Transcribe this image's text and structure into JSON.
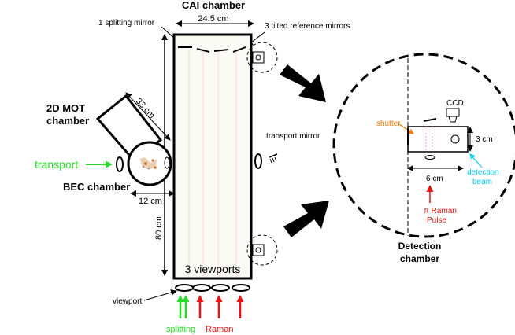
{
  "labels": {
    "cai_chamber": "CAI chamber",
    "width_24": "24.5 cm",
    "splitting_mirror": "1 splitting mirror",
    "tilted_mirrors": "3 tilted reference mirrors",
    "mot_line1": "2D MOT",
    "mot_line2": "chamber",
    "dist_33": "33 cm",
    "transport_left": "transport",
    "bec_chamber": "BEC chamber",
    "dist_12": "12 cm",
    "dist_80": "80 cm",
    "three_viewports": "3 viewports",
    "viewport": "viewport",
    "splitting": "splitting",
    "raman": "Raman",
    "transport_mirror": "transport mirror",
    "ccd": "CCD",
    "shutter": "shutter",
    "dist_3": "3 cm",
    "dist_6": "6 cm",
    "detection_line1": "detection",
    "detection_line2": "beam",
    "pi_raman_line1": "π Raman",
    "pi_raman_line2": "Pulse",
    "det_chamber_line1": "Detection",
    "det_chamber_line2": "chamber"
  },
  "colors": {
    "ink": "#000000",
    "green": "#22dd22",
    "red": "#ee1111",
    "orange": "#ff7700",
    "cyan": "#00ccee",
    "chamber_fill": "#fbfbf5"
  },
  "icons": [
    "arrow-icon",
    "mirror-icon",
    "viewport-icon",
    "atom-cloud-icon",
    "ccd-icon"
  ]
}
